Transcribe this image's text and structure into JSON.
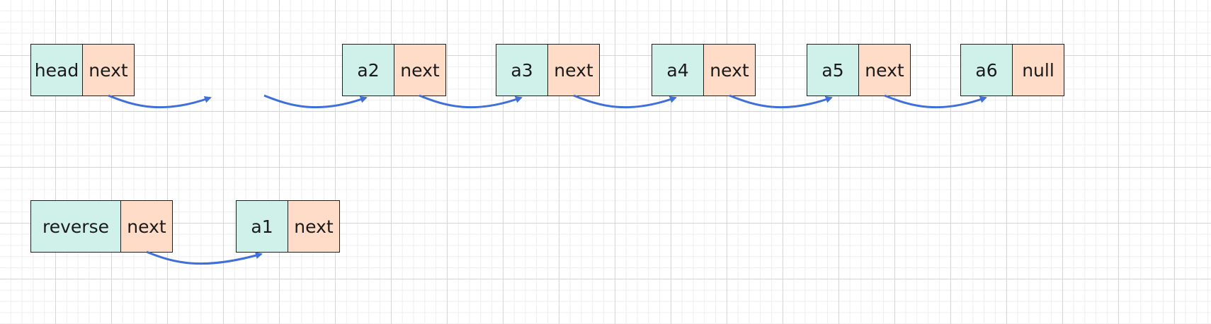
{
  "colors": {
    "value_cell": "#d0f0ea",
    "pointer_cell": "#ffdcc8",
    "border": "#1f1f1f",
    "arrow": "#3f6fdb"
  },
  "list_top": [
    {
      "value": "head",
      "pointer": "next"
    },
    {
      "value": "a2",
      "pointer": "next"
    },
    {
      "value": "a3",
      "pointer": "next"
    },
    {
      "value": "a4",
      "pointer": "next"
    },
    {
      "value": "a5",
      "pointer": "next"
    },
    {
      "value": "a6",
      "pointer": "null"
    }
  ],
  "list_bottom": [
    {
      "value": "reverse",
      "pointer": "next"
    },
    {
      "value": "a1",
      "pointer": "next"
    }
  ]
}
